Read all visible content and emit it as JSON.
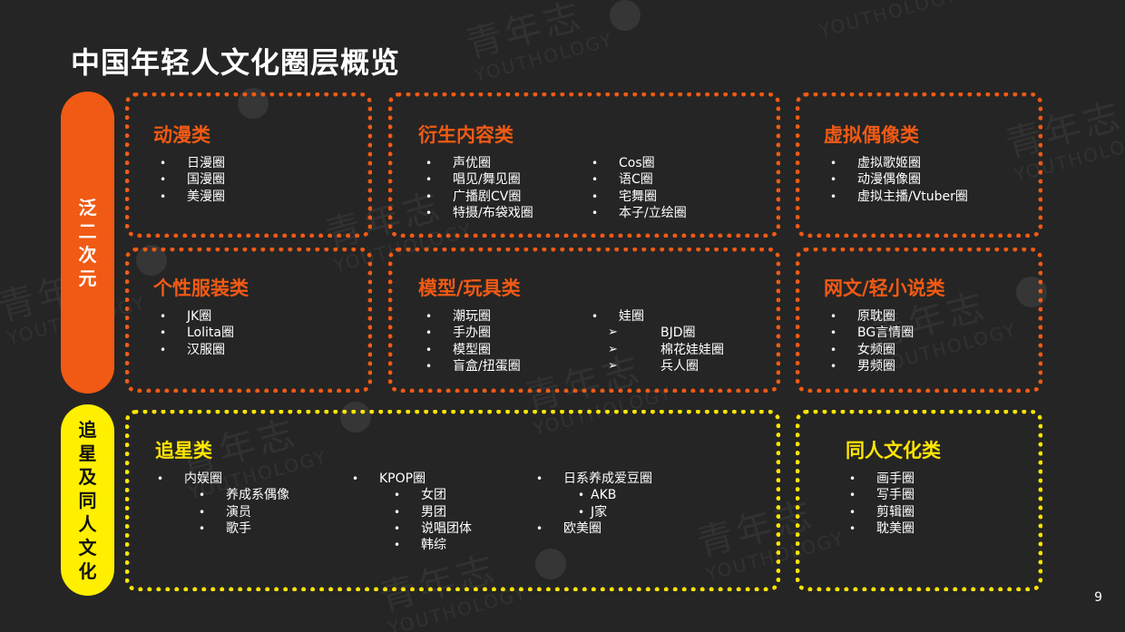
{
  "page": {
    "title": "中国年轻人文化圈层概览",
    "page_number": "9",
    "watermark": {
      "cn": "青年志",
      "en": "YOUTHOLOGY"
    }
  },
  "colors": {
    "background": "#252525",
    "orange": "#f15a14",
    "yellow": "#ffe500",
    "text": "#ffffff"
  },
  "groups": {
    "acg": {
      "label_chars": [
        "泛",
        "二",
        "次",
        "元"
      ]
    },
    "idol": {
      "label_chars": [
        "追",
        "星",
        "及",
        "同",
        "人",
        "文",
        "化"
      ]
    }
  },
  "boxes": {
    "anime": {
      "title": "动漫类",
      "items": [
        "日漫圈",
        "国漫圈",
        "美漫圈"
      ]
    },
    "derivative": {
      "title": "衍生内容类",
      "col1": [
        "声优圈",
        "唱见/舞见圈",
        "广播剧CV圈",
        "特摄/布袋戏圈"
      ],
      "col2": [
        "Cos圈",
        "语C圈",
        "宅舞圈",
        "本子/立绘圈"
      ]
    },
    "virtual_idol": {
      "title": "虚拟偶像类",
      "items": [
        "虚拟歌姬圈",
        "动漫偶像圈",
        "虚拟主播/Vtuber圈"
      ]
    },
    "fashion": {
      "title": "个性服装类",
      "items": [
        "JK圈",
        "Lolita圈",
        "汉服圈"
      ]
    },
    "toys": {
      "title": "模型/玩具类",
      "col1": [
        "潮玩圈",
        "手办圈",
        "模型圈",
        "盲盒/扭蛋圈"
      ],
      "col2_head": "娃圈",
      "col2_sub": [
        "BJD圈",
        "棉花娃娃圈",
        "兵人圈"
      ]
    },
    "novel": {
      "title": "网文/轻小说类",
      "items": [
        "原耽圈",
        "BG言情圈",
        "女频圈",
        "男频圈"
      ]
    },
    "fandom": {
      "title": "追星类",
      "col1_head": "内娱圈",
      "col1_sub": [
        "养成系偶像",
        "演员",
        "歌手"
      ],
      "col2_head": "KPOP圈",
      "col2_sub": [
        "女团",
        "男团",
        "说唱团体",
        "韩综"
      ],
      "col3_head": "日系养成爱豆圈",
      "col3_sub": [
        "AKB",
        "J家"
      ],
      "col3_tail": "欧美圈"
    },
    "doujin": {
      "title": "同人文化类",
      "items": [
        "画手圈",
        "写手圈",
        "剪辑圈",
        "耽美圈"
      ]
    }
  }
}
